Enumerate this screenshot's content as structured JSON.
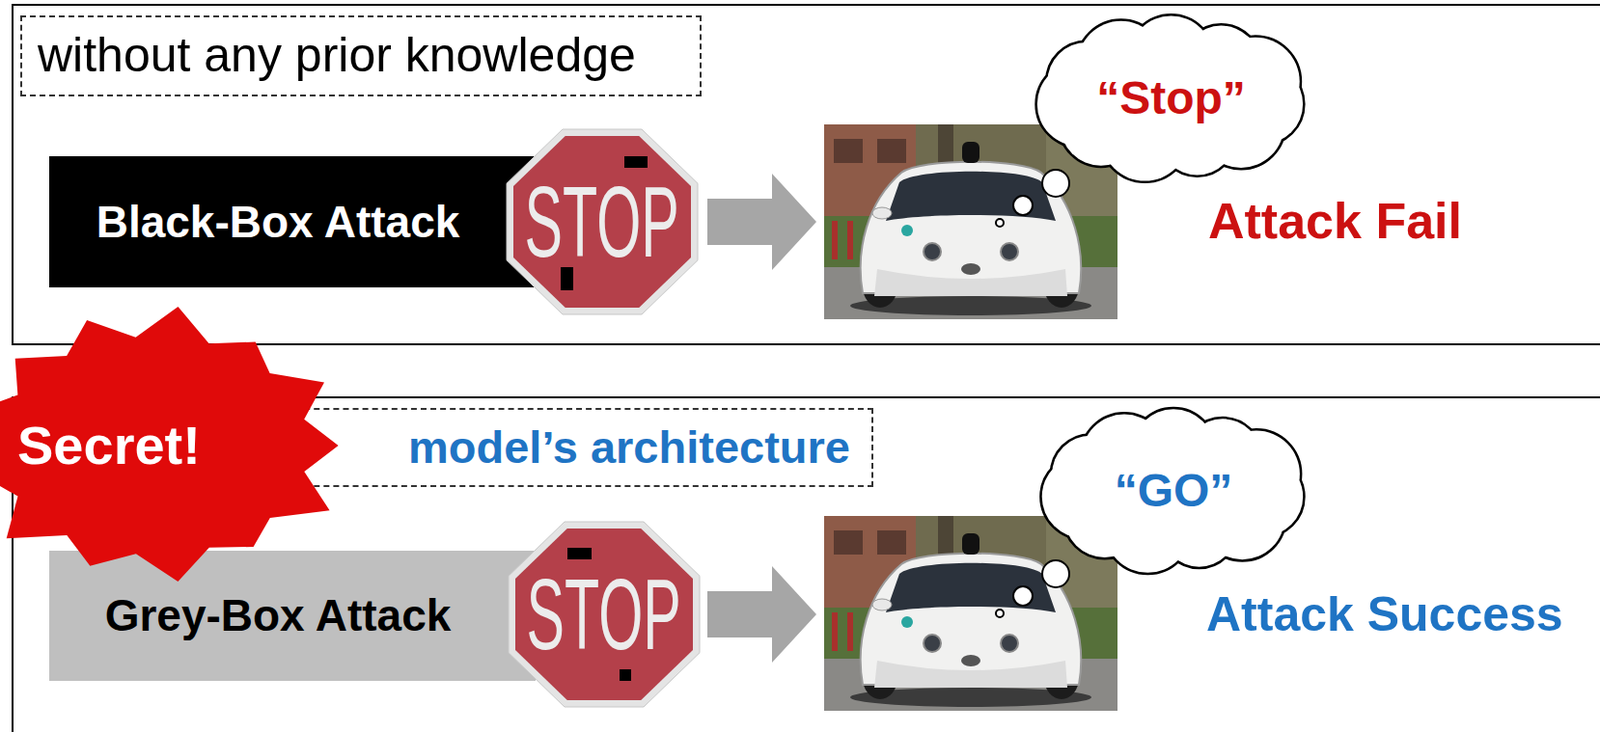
{
  "diagram": {
    "nodes": [
      {
        "text": [
          "without any prior knowledge"
        ]
      },
      {
        "text": [
          "Black-Box Attack"
        ]
      },
      {
        "text": [
          "STOP"
        ]
      },
      {
        "text": [
          "“Stop”"
        ]
      },
      {
        "text": [
          "Secret!"
        ]
      },
      {
        "text": [
          "model’s architecture"
        ]
      },
      {
        "text": [
          "Grey-Box Attack"
        ]
      },
      {
        "text": [
          "STOP"
        ]
      },
      {
        "text": [
          "“GO”"
        ]
      }
    ],
    "labels": [
      "Attack Fail",
      "Attack Success"
    ]
  }
}
